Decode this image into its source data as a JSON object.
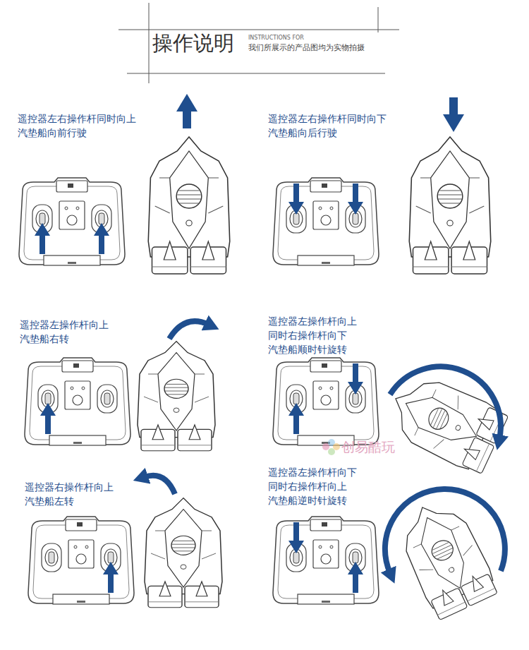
{
  "diagram": {
    "title": "操作说明",
    "labels": [
      "INSTRUCTIONS FOR",
      "我们所展示的产品图均为实物拍摄",
      "遥控器左右操作杆同时向上",
      "汽垫船向前行驶",
      "遥控器左右操作杆同时向下",
      "汽垫船向后行驶",
      "遥控器左操作杆向上",
      "汽垫船右转",
      "遥控器左操作杆向上",
      "同时右操作杆向下",
      "汽垫船顺时针旋转",
      "创易酷玩",
      "遥控器右操作杆向上",
      "汽垫船左转",
      "遥控器左操作杆向下",
      "同时右操作杆向上",
      "汽垫船逆时针旋转"
    ]
  }
}
